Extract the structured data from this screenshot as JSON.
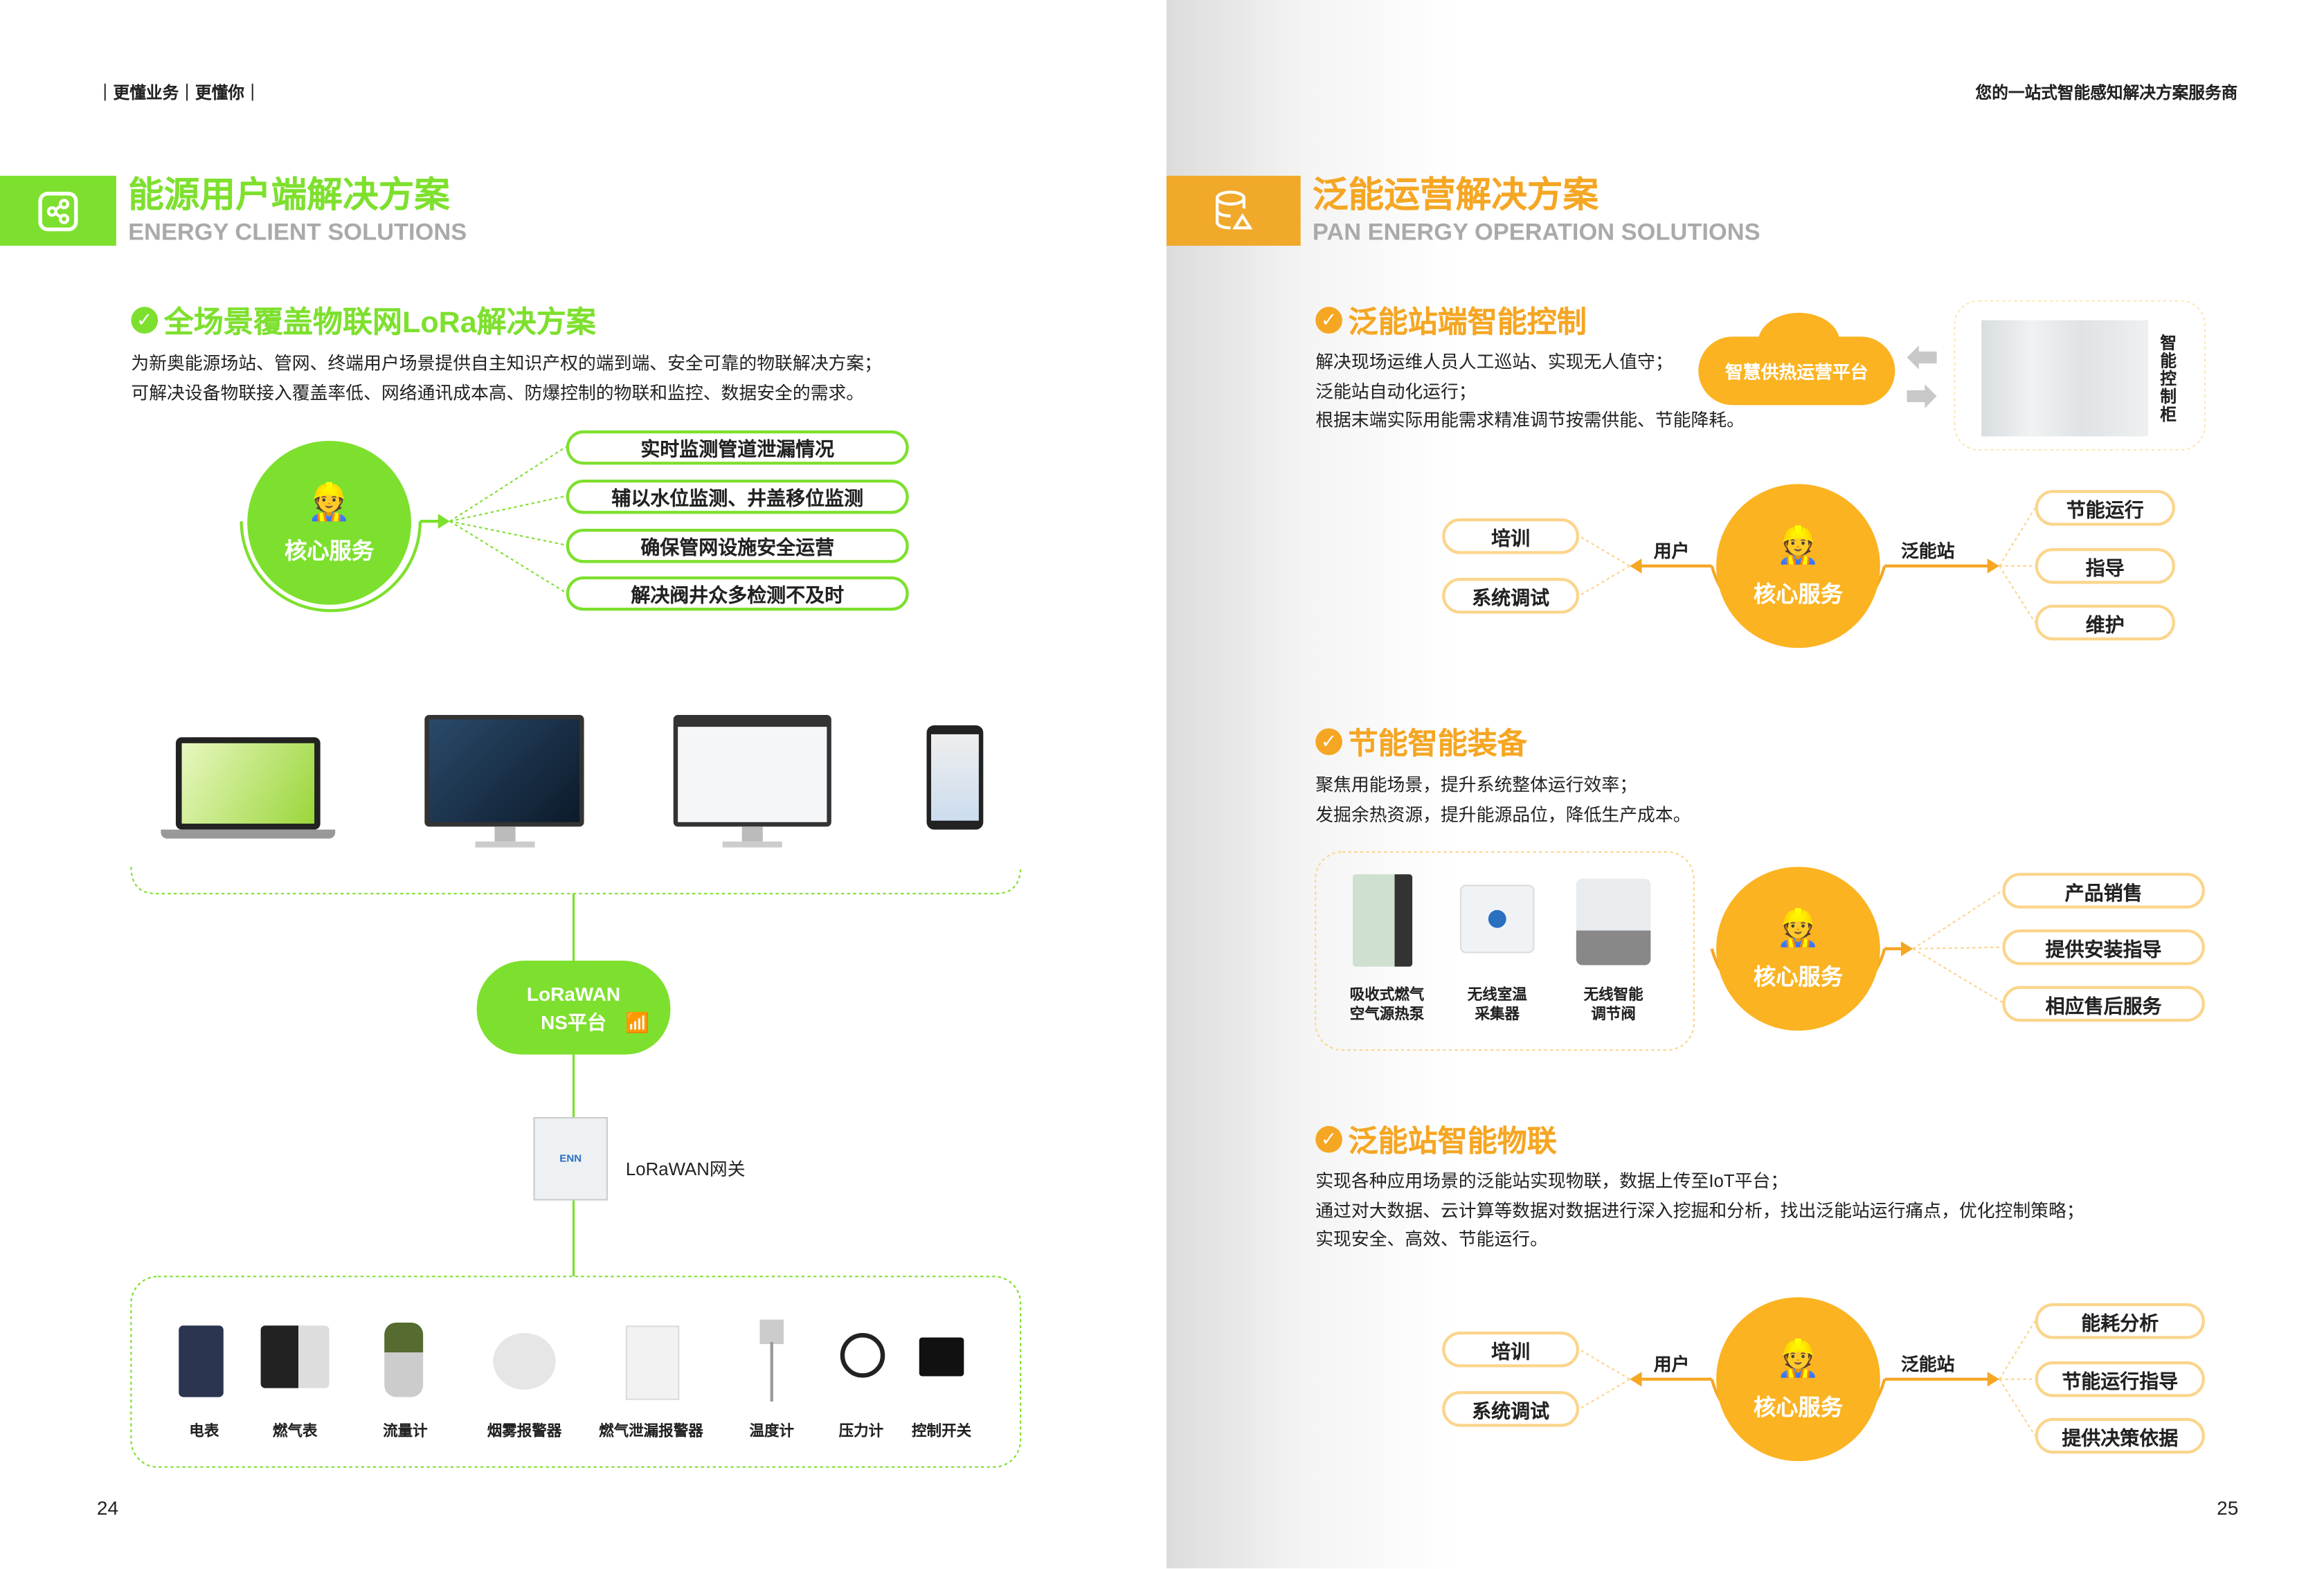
{
  "left_page": {
    "header": "｜更懂业务｜更懂你｜",
    "title": "能源用户端解决方案",
    "subtitle": "ENERGY CLIENT SOLUTIONS",
    "section_title": "全场景覆盖物联网LoRa解决方案",
    "paragraph": [
      "为新奥能源场站、管网、终端用户场景提供自主知识产权的端到端、安全可靠的物联解决方案；",
      "可解决设备物联接入覆盖率低、网络通讯成本高、防爆控制的物联和监控、数据安全的需求。"
    ],
    "core_label": "核心服务",
    "benefits": [
      "实时监测管道泄漏情况",
      "辅以水位监测、井盖移位监测",
      "确保管网设施安全运营",
      "解决阀井众多检测不及时"
    ],
    "cloud_line1": "LoRaWAN",
    "cloud_line2": "NS平台",
    "gateway_label": "LoRaWAN网关",
    "gateway_brand": "ENN",
    "devices": [
      "电表",
      "燃气表",
      "流量计",
      "烟雾报警器",
      "燃气泄漏报警器",
      "温度计",
      "压力计",
      "控制开关"
    ],
    "page_number": "24"
  },
  "right_page": {
    "header": "您的一站式智能感知解决方案服务商",
    "title": "泛能运营解决方案",
    "subtitle": "PAN ENERGY OPERATION SOLUTIONS",
    "sections": [
      {
        "title": "泛能站端智能控制",
        "paragraph": [
          "解决现场运维人员人工巡站、实现无人值守；",
          "泛能站自动化运行；",
          "根据末端实际用能需求精准调节按需供能、节能降耗。"
        ],
        "platform": "智慧供热运营平台",
        "cabinet_label": "智能控制柜",
        "left_items": [
          "培训",
          "系统调试"
        ],
        "left_label": "用户",
        "core_label": "核心服务",
        "right_label": "泛能站",
        "right_items": [
          "节能运行",
          "指导",
          "维护"
        ]
      },
      {
        "title": "节能智能装备",
        "paragraph": [
          "聚焦用能场景，提升系统整体运行效率；",
          "发掘余热资源，提升能源品位，降低生产成本。"
        ],
        "equipment": [
          [
            "吸收式燃气",
            "空气源热泵"
          ],
          [
            "无线室温",
            "采集器"
          ],
          [
            "无线智能",
            "调节阀"
          ]
        ],
        "core_label": "核心服务",
        "right_items": [
          "产品销售",
          "提供安装指导",
          "相应售后服务"
        ]
      },
      {
        "title": "泛能站智能物联",
        "paragraph": [
          "实现各种应用场景的泛能站实现物联，数据上传至IoT平台；",
          "通过对大数据、云计算等数据对数据进行深入挖掘和分析，找出泛能站运行痛点，优化控制策略；",
          "实现安全、高效、节能运行。"
        ],
        "left_items": [
          "培训",
          "系统调试"
        ],
        "left_label": "用户",
        "core_label": "核心服务",
        "right_label": "泛能站",
        "right_items": [
          "能耗分析",
          "节能运行指导",
          "提供决策依据"
        ]
      }
    ],
    "page_number": "25"
  },
  "colors": {
    "green": "#7ee02e",
    "orange": "#f5a623"
  }
}
